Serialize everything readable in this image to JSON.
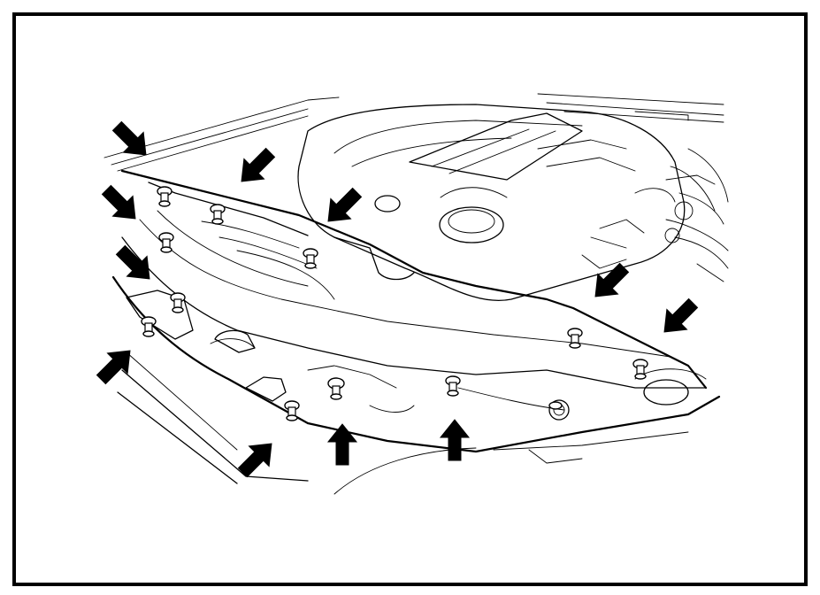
{
  "figure": {
    "description_visible_text": "",
    "arrow_color": "#000000",
    "line_color": "#000000",
    "background_color": "#ffffff",
    "border_color": "#000000"
  },
  "arrows": [
    {
      "id": "arrow-1",
      "direction": "down-right"
    },
    {
      "id": "arrow-2",
      "direction": "down-left"
    },
    {
      "id": "arrow-3",
      "direction": "down-left"
    },
    {
      "id": "arrow-4",
      "direction": "down-right"
    },
    {
      "id": "arrow-5",
      "direction": "down-right"
    },
    {
      "id": "arrow-6",
      "direction": "up-right"
    },
    {
      "id": "arrow-7",
      "direction": "up-right"
    },
    {
      "id": "arrow-8",
      "direction": "up"
    },
    {
      "id": "arrow-9",
      "direction": "up"
    },
    {
      "id": "arrow-10",
      "direction": "down-left"
    },
    {
      "id": "arrow-11",
      "direction": "down-left"
    }
  ],
  "clips": {
    "count": 12,
    "icon": "push-rivet-clip-icon"
  }
}
